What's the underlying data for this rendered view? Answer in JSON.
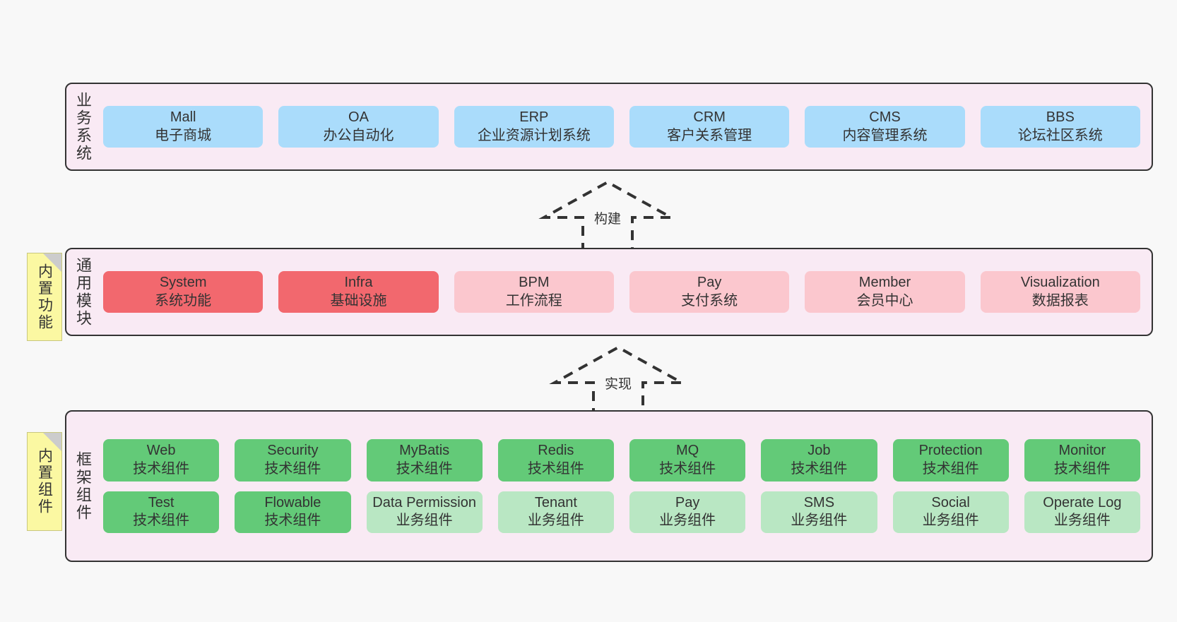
{
  "diagram": {
    "title": "",
    "colors": {
      "layer_background": "#f9eaf4",
      "layer_border": "#333333",
      "business_card": "#aadcfb",
      "module_core": "#f2686e",
      "module_normal": "#fbc7ce",
      "framework_tech": "#63ca78",
      "framework_business": "#b9e7c3",
      "note": "#fbf8a2",
      "note_fold": "#cccccc",
      "canvas": "#f8f8f8"
    }
  },
  "layers": {
    "business": {
      "title": "业务系统",
      "cards": [
        {
          "name": "Mall",
          "desc": "电子商城",
          "color": "c-blue"
        },
        {
          "name": "OA",
          "desc": "办公自动化",
          "color": "c-blue"
        },
        {
          "name": "ERP",
          "desc": "企业资源计划系统",
          "color": "c-blue"
        },
        {
          "name": "CRM",
          "desc": "客户关系管理",
          "color": "c-blue"
        },
        {
          "name": "CMS",
          "desc": "内容管理系统",
          "color": "c-blue"
        },
        {
          "name": "BBS",
          "desc": "论坛社区系统",
          "color": "c-blue"
        }
      ]
    },
    "modules": {
      "title": "通用模块",
      "note": "内置功能",
      "cards": [
        {
          "name": "System",
          "desc": "系统功能",
          "color": "c-red"
        },
        {
          "name": "Infra",
          "desc": "基础设施",
          "color": "c-red"
        },
        {
          "name": "BPM",
          "desc": "工作流程",
          "color": "c-pink"
        },
        {
          "name": "Pay",
          "desc": "支付系统",
          "color": "c-pink"
        },
        {
          "name": "Member",
          "desc": "会员中心",
          "color": "c-pink"
        },
        {
          "name": "Visualization",
          "desc": "数据报表",
          "color": "c-pink"
        }
      ]
    },
    "framework": {
      "title": "框架组件",
      "note": "内置组件",
      "row1": [
        {
          "name": "Web",
          "desc": "技术组件",
          "color": "c-green"
        },
        {
          "name": "Security",
          "desc": "技术组件",
          "color": "c-green"
        },
        {
          "name": "MyBatis",
          "desc": "技术组件",
          "color": "c-green"
        },
        {
          "name": "Redis",
          "desc": "技术组件",
          "color": "c-green"
        },
        {
          "name": "MQ",
          "desc": "技术组件",
          "color": "c-green"
        },
        {
          "name": "Job",
          "desc": "技术组件",
          "color": "c-green"
        },
        {
          "name": "Protection",
          "desc": "技术组件",
          "color": "c-green"
        },
        {
          "name": "Monitor",
          "desc": "技术组件",
          "color": "c-green"
        }
      ],
      "row2": [
        {
          "name": "Test",
          "desc": "技术组件",
          "color": "c-green"
        },
        {
          "name": "Flowable",
          "desc": "技术组件",
          "color": "c-green"
        },
        {
          "name": "Data Permission",
          "desc": "业务组件",
          "color": "c-lightgreen"
        },
        {
          "name": "Tenant",
          "desc": "业务组件",
          "color": "c-lightgreen"
        },
        {
          "name": "Pay",
          "desc": "业务组件",
          "color": "c-lightgreen"
        },
        {
          "name": "SMS",
          "desc": "业务组件",
          "color": "c-lightgreen"
        },
        {
          "name": "Social",
          "desc": "业务组件",
          "color": "c-lightgreen"
        },
        {
          "name": "Operate Log",
          "desc": "业务组件",
          "color": "c-lightgreen"
        }
      ]
    }
  },
  "connectors": [
    {
      "id": "build",
      "label": "构建",
      "from": "通用模块",
      "to": "业务系统",
      "style": "dashed-generalization-up"
    },
    {
      "id": "implement",
      "label": "实现",
      "from": "框架组件",
      "to": "通用模块",
      "style": "dashed-generalization-up"
    }
  ]
}
